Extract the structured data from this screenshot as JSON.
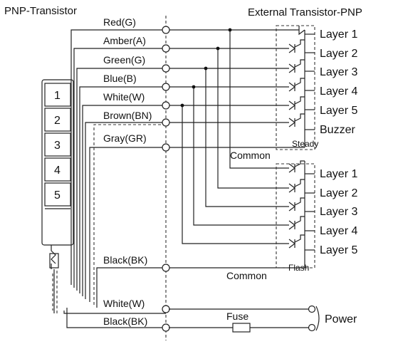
{
  "titles": {
    "left": "PNP-Transistor",
    "right": "External Transistor-PNP"
  },
  "wires": {
    "red": "Red(G)",
    "amber": "Amber(A)",
    "green": "Green(G)",
    "blue": "Blue(B)",
    "white": "White(W)",
    "brown": "Brown(BN)",
    "gray": "Gray(GR)",
    "black": "Black(BK)",
    "power_white": "White(W)",
    "power_black": "Black(BK)"
  },
  "tower_segments": [
    "1",
    "2",
    "3",
    "4",
    "5"
  ],
  "steady_layers": [
    "Layer 1",
    "Layer 2",
    "Layer 3",
    "Layer 4",
    "Layer 5",
    "Buzzer"
  ],
  "flash_layers": [
    "Layer 1",
    "Layer 2",
    "Layer 3",
    "Layer 4",
    "Layer 5"
  ],
  "labels": {
    "steady": "Steady",
    "flash": "Flash",
    "common_top": "Common",
    "common_bottom": "Common",
    "fuse": "Fuse",
    "power": "Power"
  }
}
